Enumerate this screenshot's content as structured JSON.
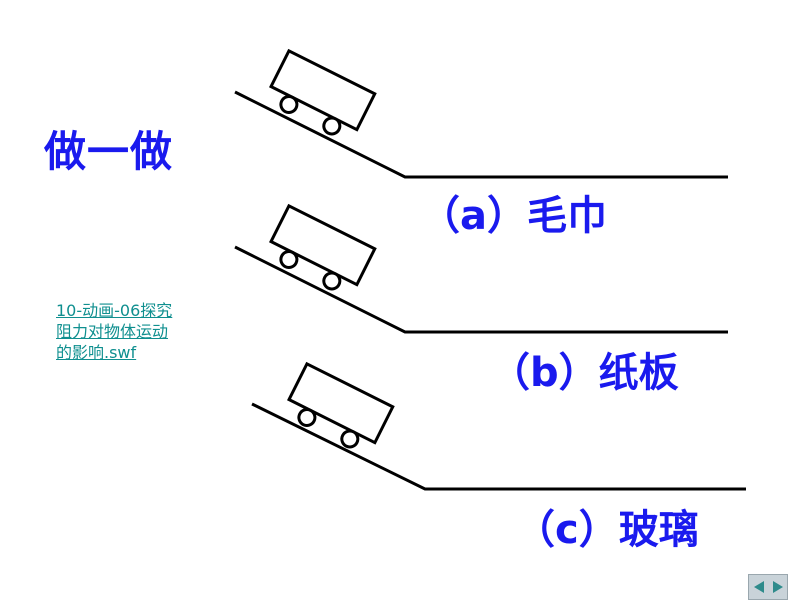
{
  "slide": {
    "title": "做一做",
    "link_text": "10-动画-06探究阻力对物体运动的影响.swf",
    "panels": [
      {
        "label": "（a）毛巾"
      },
      {
        "label": "（b）纸板"
      },
      {
        "label": "（c）玻璃"
      }
    ]
  },
  "colors": {
    "title": "#1a1aee",
    "link": "#0f8f8f",
    "line": "#000000",
    "nav_bg": "#c9d3d9",
    "nav_arrow": "#2e8b8b"
  },
  "icons": {
    "prev": "triangle-left-icon",
    "next": "triangle-right-icon"
  }
}
